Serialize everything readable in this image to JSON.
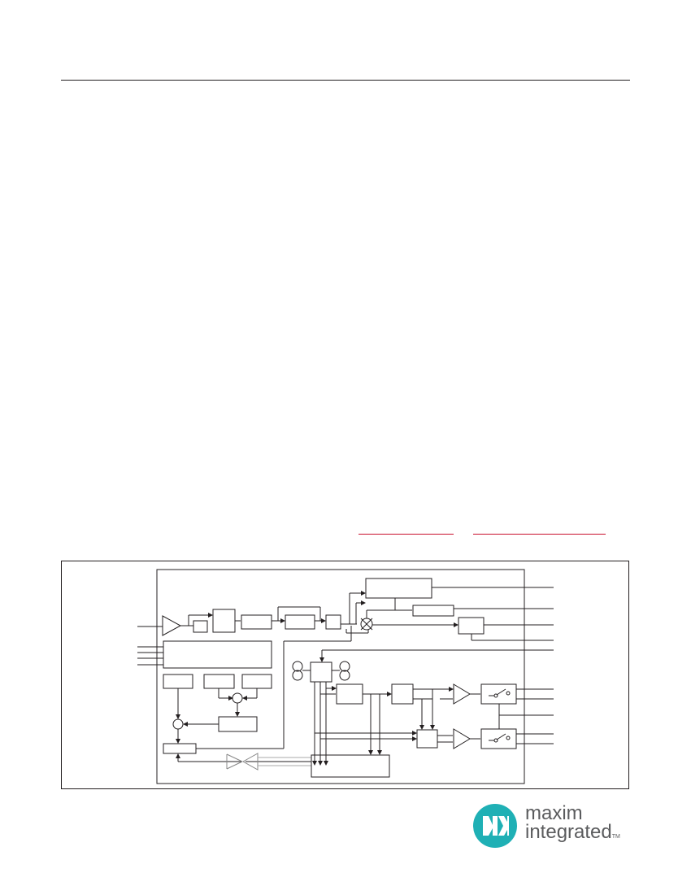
{
  "page": {
    "header_rule": true,
    "link_colors": {
      "underline": "#c8102e"
    }
  },
  "figure": {
    "caption": "",
    "border_color": "#231f20"
  },
  "brand": {
    "name_line1": "maxim",
    "name_line2": "integrated",
    "trademark": "TM",
    "mark_color": "#1fb0b5",
    "text_color": "#5b5c5e",
    "mark_icon": "maxim-mx-logo-icon"
  }
}
